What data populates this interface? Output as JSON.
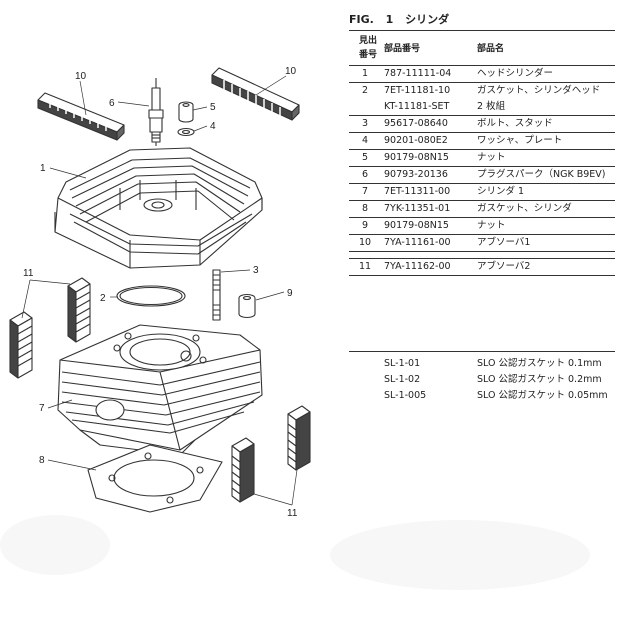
{
  "figure": {
    "label": "FIG.",
    "number": "1",
    "title": "シリンダ"
  },
  "table": {
    "headers": {
      "no_line1": "見出",
      "no_line2": "番号",
      "part_number": "部品番号",
      "part_name": "部品名"
    },
    "rows": [
      {
        "no": "1",
        "part_number": "787-11111-04",
        "name": "ヘッドシリンダー"
      },
      {
        "no": "2",
        "part_number": "7ET-11181-10",
        "name": "ガスケット、シリンダヘッド"
      },
      {
        "no": "",
        "part_number": "KT-11181-SET",
        "name": "2 枚組"
      },
      {
        "no": "3",
        "part_number": "95617-08640",
        "name": "ボルト、スタッド"
      },
      {
        "no": "4",
        "part_number": "90201-080E2",
        "name": "ワッシャ、プレート"
      },
      {
        "no": "5",
        "part_number": "90179-08N15",
        "name": "ナット"
      },
      {
        "no": "6",
        "part_number": "90793-20136",
        "name": "プラグスパーク（NGK B9EV)"
      },
      {
        "no": "7",
        "part_number": "7ET-11311-00",
        "name": "シリンダ 1"
      },
      {
        "no": "8",
        "part_number": "7YK-11351-01",
        "name": "ガスケット、シリンダ"
      },
      {
        "no": "9",
        "part_number": "90179-08N15",
        "name": "ナット"
      },
      {
        "no": "10",
        "part_number": "7YA-11161-00",
        "name": "アブソーバ1"
      },
      {
        "no": "11",
        "part_number": "7YA-11162-00",
        "name": "アブソーバ2"
      }
    ]
  },
  "slo_gaskets": [
    {
      "part_number": "SL-1-01",
      "name": "SLO 公認ガスケット 0.1mm"
    },
    {
      "part_number": "SL-1-02",
      "name": "SLO 公認ガスケット 0.2mm"
    },
    {
      "part_number": "SL-1-005",
      "name": "SLO 公認ガスケット 0.05mm"
    }
  ],
  "callouts": [
    "10",
    "10",
    "6",
    "5",
    "4",
    "1",
    "3",
    "2",
    "9",
    "11",
    "7",
    "8",
    "11"
  ]
}
